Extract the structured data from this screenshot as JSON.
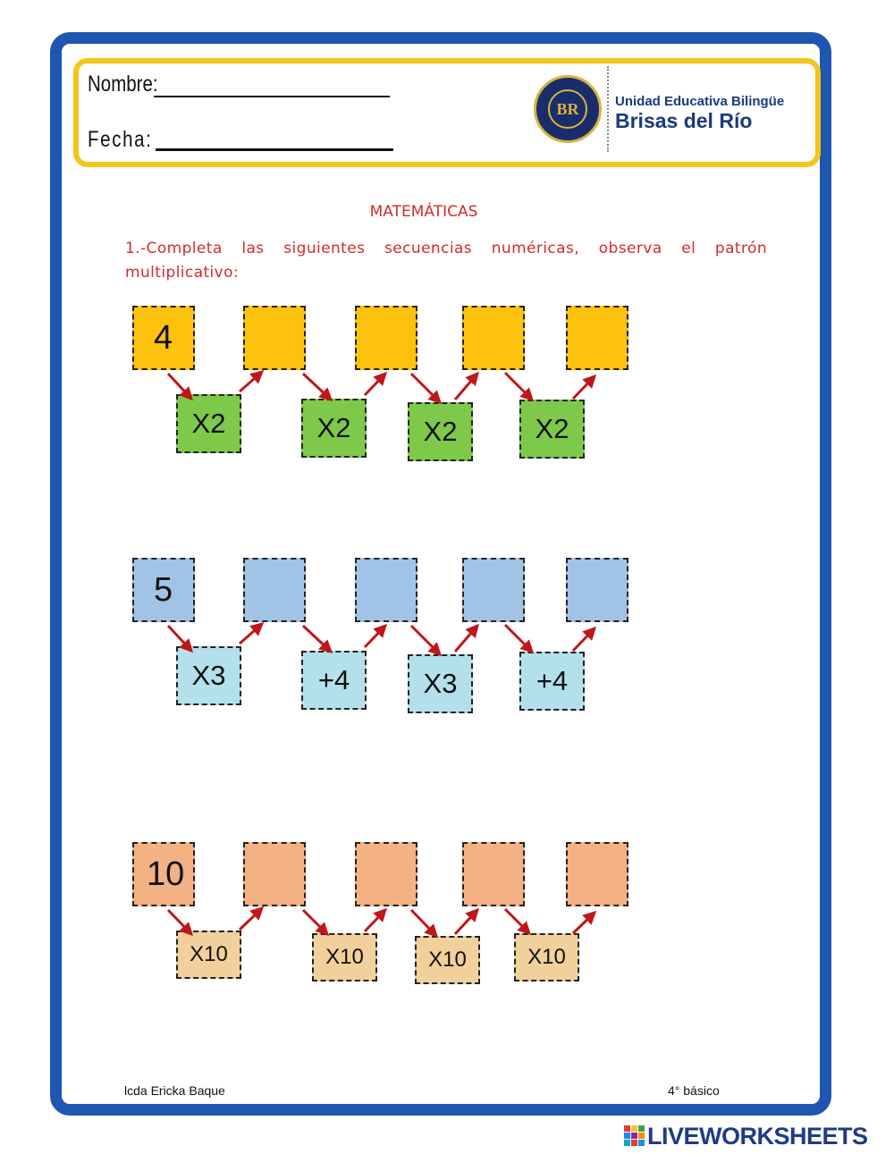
{
  "header": {
    "name_label": "Nombre:",
    "date_label": "Fecha:",
    "school_line1": "Unidad Educativa Bilingüe",
    "school_line2": "Brisas del Río",
    "logo_initials": "BR"
  },
  "subject": "MATEMÁTICAS",
  "instruction": "1.-Completa las siguientes secuencias numéricas, observa el patrón multiplicativo:",
  "sequences": [
    {
      "start": "4",
      "ops": [
        "X2",
        "X2",
        "X2",
        "X2"
      ],
      "box_color": "#fdc20e",
      "op_color": "#7fc94a"
    },
    {
      "start": "5",
      "ops": [
        "X3",
        "+4",
        "X3",
        "+4"
      ],
      "box_color": "#a1c3e6",
      "op_color": "#b3e0ea"
    },
    {
      "start": "10",
      "ops": [
        "X10",
        "X10",
        "X10",
        "X10"
      ],
      "box_color": "#f4b184",
      "op_color": "#f1d09c"
    }
  ],
  "footer": {
    "teacher": "lcda Ericka Baque",
    "grade": "4° básico"
  },
  "watermark": "LIVEWORKSHEETS",
  "colors": {
    "frame": "#1e56b0",
    "header_border": "#f5c518",
    "title_red": "#d22c2c",
    "arrow": "#c0161a"
  }
}
